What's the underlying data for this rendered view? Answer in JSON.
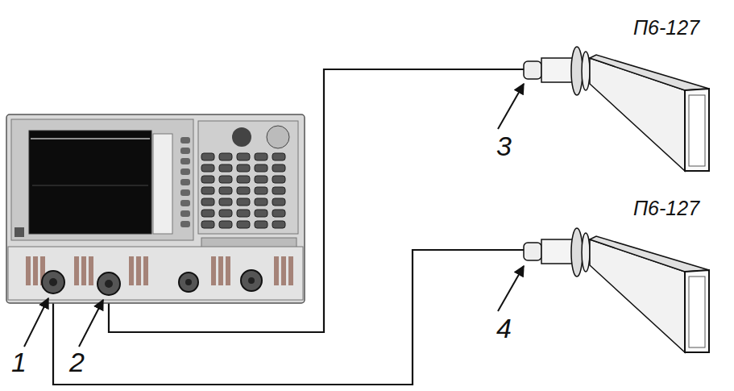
{
  "diagram": {
    "labels": [
      "П6-127",
      "3",
      "П6-127",
      "4",
      "1",
      "2"
    ]
  }
}
